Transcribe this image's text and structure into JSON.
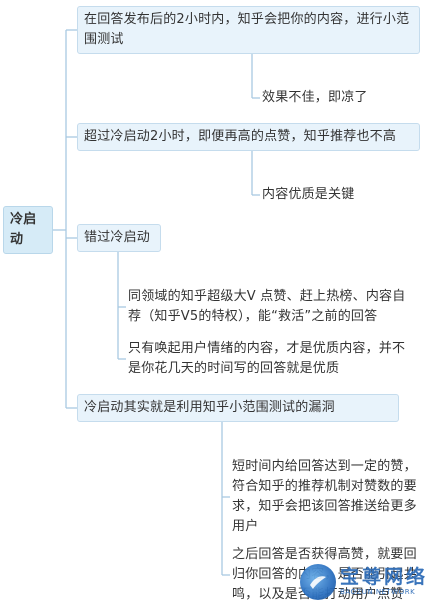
{
  "root": {
    "label": "冷启动"
  },
  "branches": [
    {
      "label": "在回答发布后的2小时内，知乎会把你的内容，进行小范围测试",
      "children": [
        "效果不佳，即凉了"
      ]
    },
    {
      "label": "超过冷启动2小时，即便再高的点赞，知乎推荐也不高",
      "children": [
        "内容优质是关键"
      ]
    },
    {
      "label": "错过冷启动",
      "children": [
        "同领域的知乎超级大V 点赞、赶上热榜、内容自荐（知乎V5的特权），能“救活”之前的回答",
        "只有唤起用户情绪的内容，才是优质内容，并不是你花几天的时间写的回答就是优质"
      ]
    },
    {
      "label": "冷启动其实就是利用知乎小范围测试的漏洞",
      "children": [
        "短时间内给回答达到一定的赞，符合知乎的推荐机制对赞数的要求，知乎会把该回答推送给更多用户",
        "之后回答是否获得高赞，就要回归你回答的内容，是否能引起共鸣，以及是否能打动用户点赞"
      ]
    }
  ],
  "watermark": {
    "text": "宝尊网络",
    "sub": "BAOZUN NETWORK"
  },
  "colors": {
    "line": "#a9c9e2",
    "box_fill": "#e8f3fb",
    "root_fill": "#d6ebf7"
  }
}
